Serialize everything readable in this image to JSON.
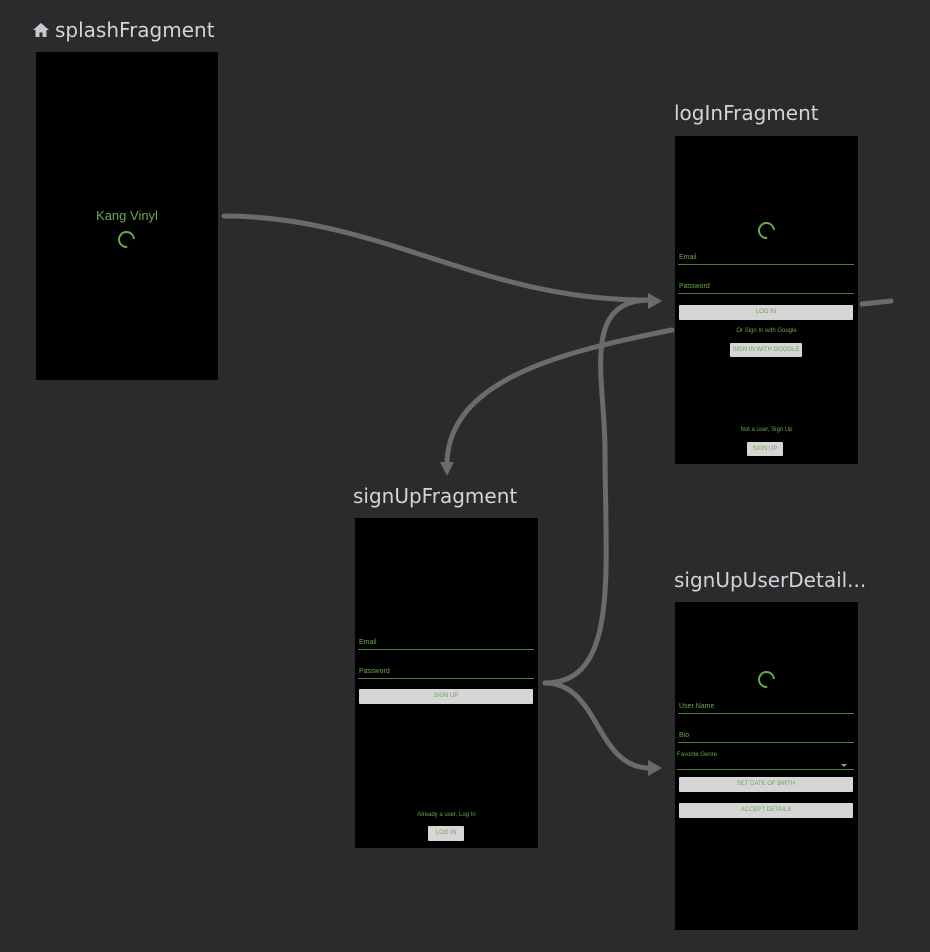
{
  "destinations": {
    "splash": {
      "title": "splashFragment",
      "start_icon": "home-icon",
      "app_name": "Kang Vinyl"
    },
    "login": {
      "title": "logInFragment",
      "email_hint": "Email",
      "password_hint": "Password",
      "login_button": "LOG IN",
      "google_text": "Or Sign In with Google",
      "google_button": "SIGN IN WITH GOOGLE",
      "signup_text": "Not a user, Sign Up",
      "signup_button": "SIGN UP"
    },
    "signup": {
      "title": "signUpFragment",
      "email_hint": "Email",
      "password_hint": "Password",
      "signup_button": "SIGN UP",
      "login_text": "Already a user, Log In",
      "login_button": "LOG IN"
    },
    "details": {
      "title": "signUpUserDetail...",
      "username_hint": "User Name",
      "bio_hint": "Bio",
      "genre_label": "Favorite Genre",
      "dob_button": "SET DATE OF BIRTH",
      "accept_button": "ACCEPT DETAILS"
    }
  },
  "colors": {
    "canvas": "#2b2b2d",
    "screen": "#000000",
    "accent_text": "#6aa84f",
    "arrow": "#6b6b6b",
    "title": "#d4d4d8"
  }
}
